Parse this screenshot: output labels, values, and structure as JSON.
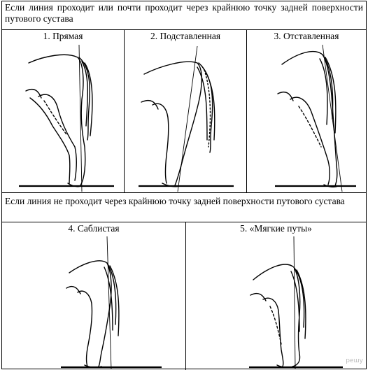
{
  "caption_top": "Если линия проходит или почти проходит через крайнюю точку задней поверхности путового сустава",
  "caption_bottom": "Если линия не проходит через крайнюю точку задней поверхности путового сустава",
  "labels": {
    "straight": "1. Прямая",
    "under": "2. Подставленная",
    "camped": "3. Отставленная",
    "sickle": "4. Саблистая",
    "soft": "5. «Мягкие путы»"
  },
  "watermark": "решу"
}
